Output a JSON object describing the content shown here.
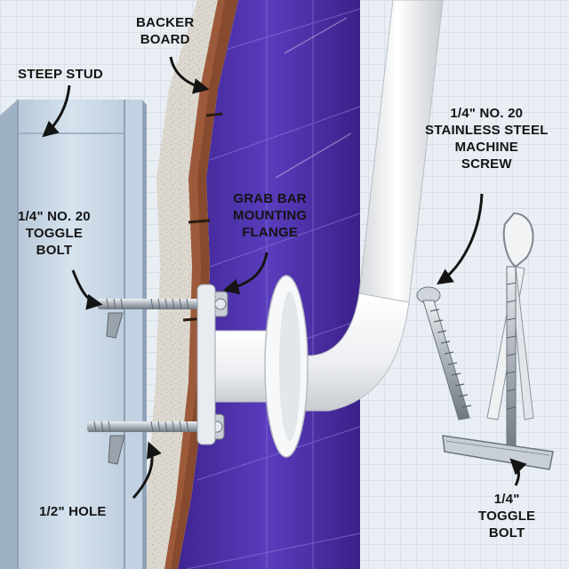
{
  "labels": {
    "backer_board": [
      "BACKER",
      "BOARD"
    ],
    "steel_stud": [
      "STEEP STUD"
    ],
    "machine_screw": [
      "1/4\" NO. 20",
      "STAINLESS STEEL",
      "MACHINE",
      "SCREW"
    ],
    "toggle_bolt_left": [
      "1/4\" NO. 20",
      "TOGGLE",
      "BOLT"
    ],
    "grab_bar_flange": [
      "GRAB BAR",
      "MOUNTING",
      "FLANGE"
    ],
    "hole": [
      "1/2\" HOLE"
    ],
    "toggle_bolt_right": [
      "1/4\"",
      "TOGGLE",
      "BOLT"
    ]
  },
  "colors": {
    "background": "#e9eef4",
    "grid": "#c9d5e2",
    "stud": "#c8d8e8",
    "tile": "#4b2fa3",
    "backer": "#e2ddd4",
    "bar": "#f3f4f6",
    "hardware": "#b9bfc6"
  }
}
